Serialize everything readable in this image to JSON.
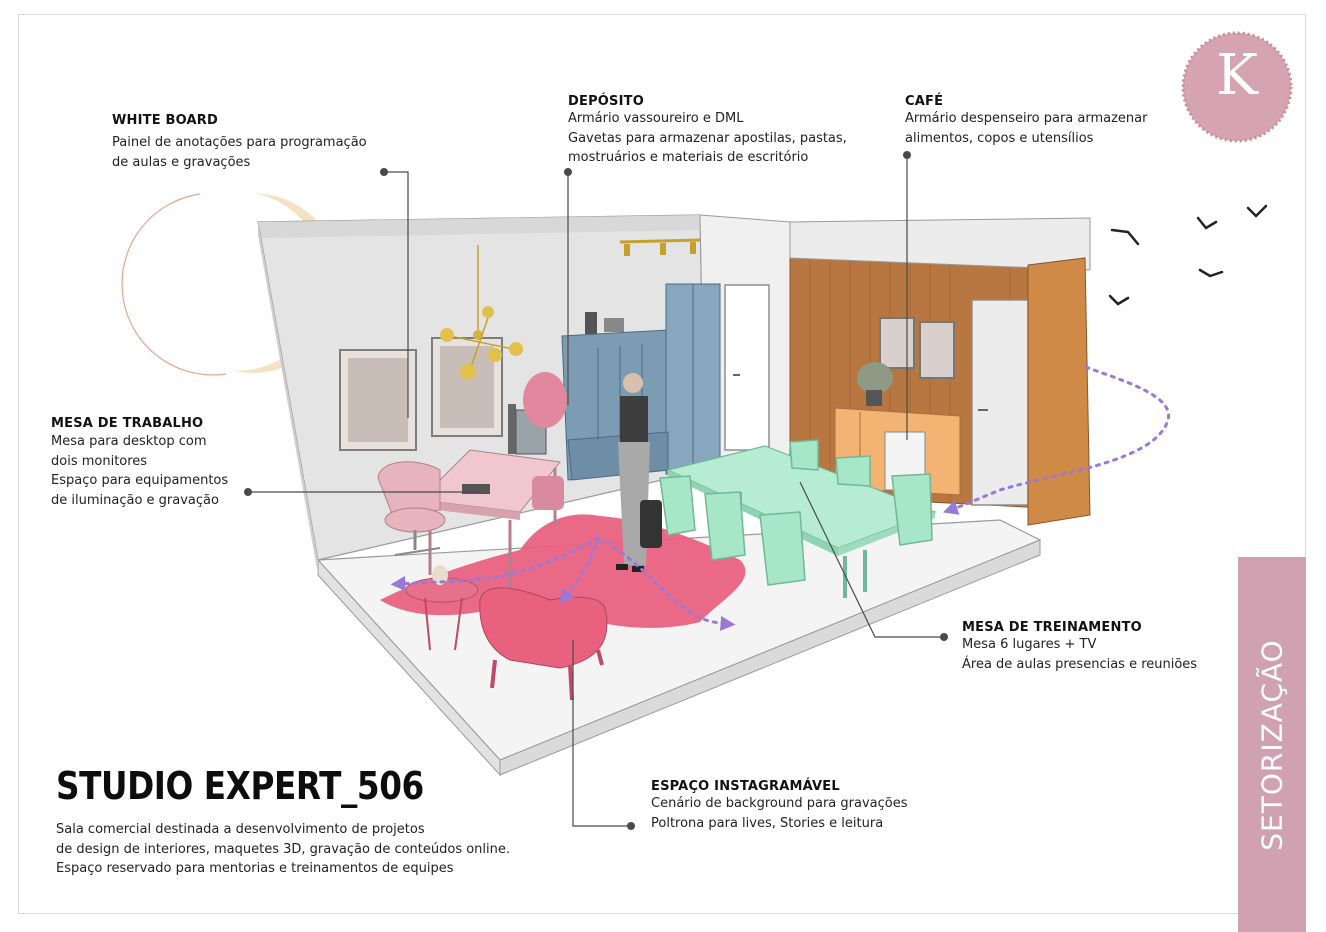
{
  "project": {
    "title": "STUDIO EXPERT_506",
    "description": [
      "Sala comercial destinada a desenvolvimento de projetos",
      "de design de interiores, maquetes 3D, gravação de conteúdos online.",
      "Espaço reservado para mentorias e treinamentos de equipes"
    ]
  },
  "logo": {
    "letter": "K"
  },
  "side_tab": {
    "label": "SETORIZAÇÃO"
  },
  "zones": {
    "white_board": {
      "title": "WHITE BOARD",
      "lines": [
        "Painel de anotações para programação",
        "de aulas e gravações"
      ]
    },
    "deposito": {
      "title": "DEPÓSITO",
      "lines": [
        "Armário vassoureiro e DML",
        "Gavetas para armazenar apostilas, pastas,",
        "mostruários e materiais de escritório"
      ]
    },
    "cafe": {
      "title": "CAFÉ",
      "lines": [
        "Armário despenseiro para armazenar",
        "alimentos, copos e utensílios"
      ]
    },
    "mesa_trabalho": {
      "title": "MESA DE TRABALHO",
      "lines": [
        "Mesa para desktop com",
        "dois monitores",
        "Espaço para equipamentos",
        "de iluminação e gravação"
      ]
    },
    "mesa_treinamento": {
      "title": "MESA DE TREINAMENTO",
      "lines": [
        "Mesa 6 lugares + TV",
        "Área de aulas presencias e reuniões"
      ]
    },
    "espaco_instagramavel": {
      "title": "ESPAÇO INSTAGRAMÁVEL",
      "lines": [
        "Cenário de background para gravações",
        "Poltrona para lives, Stories e leitura"
      ]
    }
  },
  "colors": {
    "accent_pink": "#cfa1b1",
    "rug_pink": "#e8617f",
    "table_mint": "#a8e6c8",
    "cabinet_blue": "#7b9cb3",
    "wood": "#b87640",
    "flow_arrow": "#9a78d8"
  }
}
